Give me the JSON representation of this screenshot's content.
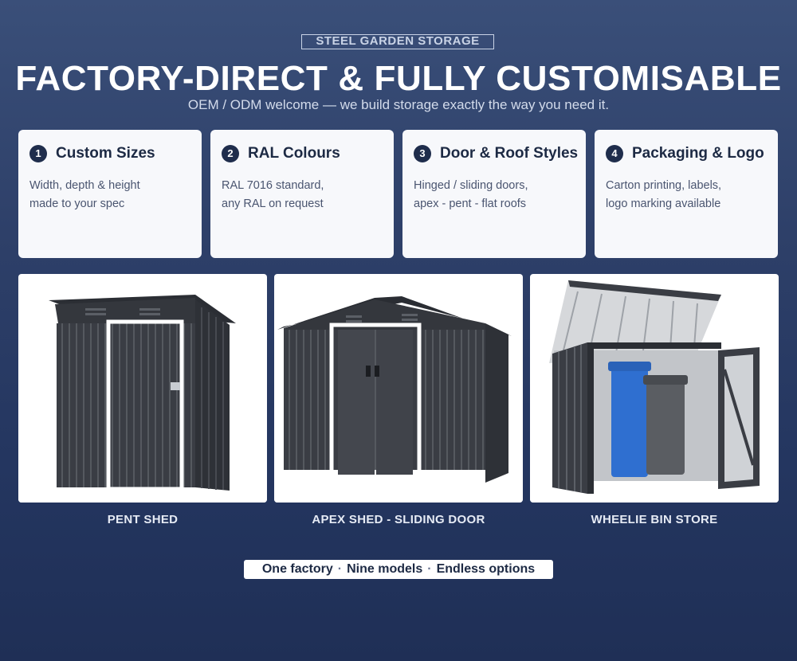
{
  "header": {
    "eyebrow": "STEEL GARDEN STORAGE",
    "headline": "FACTORY-DIRECT & FULLY CUSTOMISABLE",
    "subline": "OEM / ODM welcome — we build storage exactly the way you need it."
  },
  "features": [
    {
      "number": "1",
      "title": "Custom Sizes",
      "line1": "Width, depth & height",
      "line2": "made to your spec"
    },
    {
      "number": "2",
      "title": "RAL Colours",
      "line1": "RAL 7016 standard,",
      "line2": "any RAL on request"
    },
    {
      "number": "3",
      "title": "Door & Roof Styles",
      "line1": "Hinged / sliding doors,",
      "line2": "apex - pent - flat roofs"
    },
    {
      "number": "4",
      "title": "Packaging & Logo",
      "line1": "Carton printing, labels,",
      "line2": "logo marking available"
    }
  ],
  "products": [
    {
      "caption": "PENT SHED"
    },
    {
      "caption": "APEX SHED - SLIDING DOOR"
    },
    {
      "caption": "WHEELIE BIN STORE"
    }
  ],
  "footer": {
    "item1": "One factory",
    "item2": "Nine models",
    "item3": "Endless options",
    "separator": "·"
  },
  "colors": {
    "shed_body": "#3a3d44",
    "bin_blue": "#2f6fd0",
    "card_bg": "#f7f8fb"
  }
}
